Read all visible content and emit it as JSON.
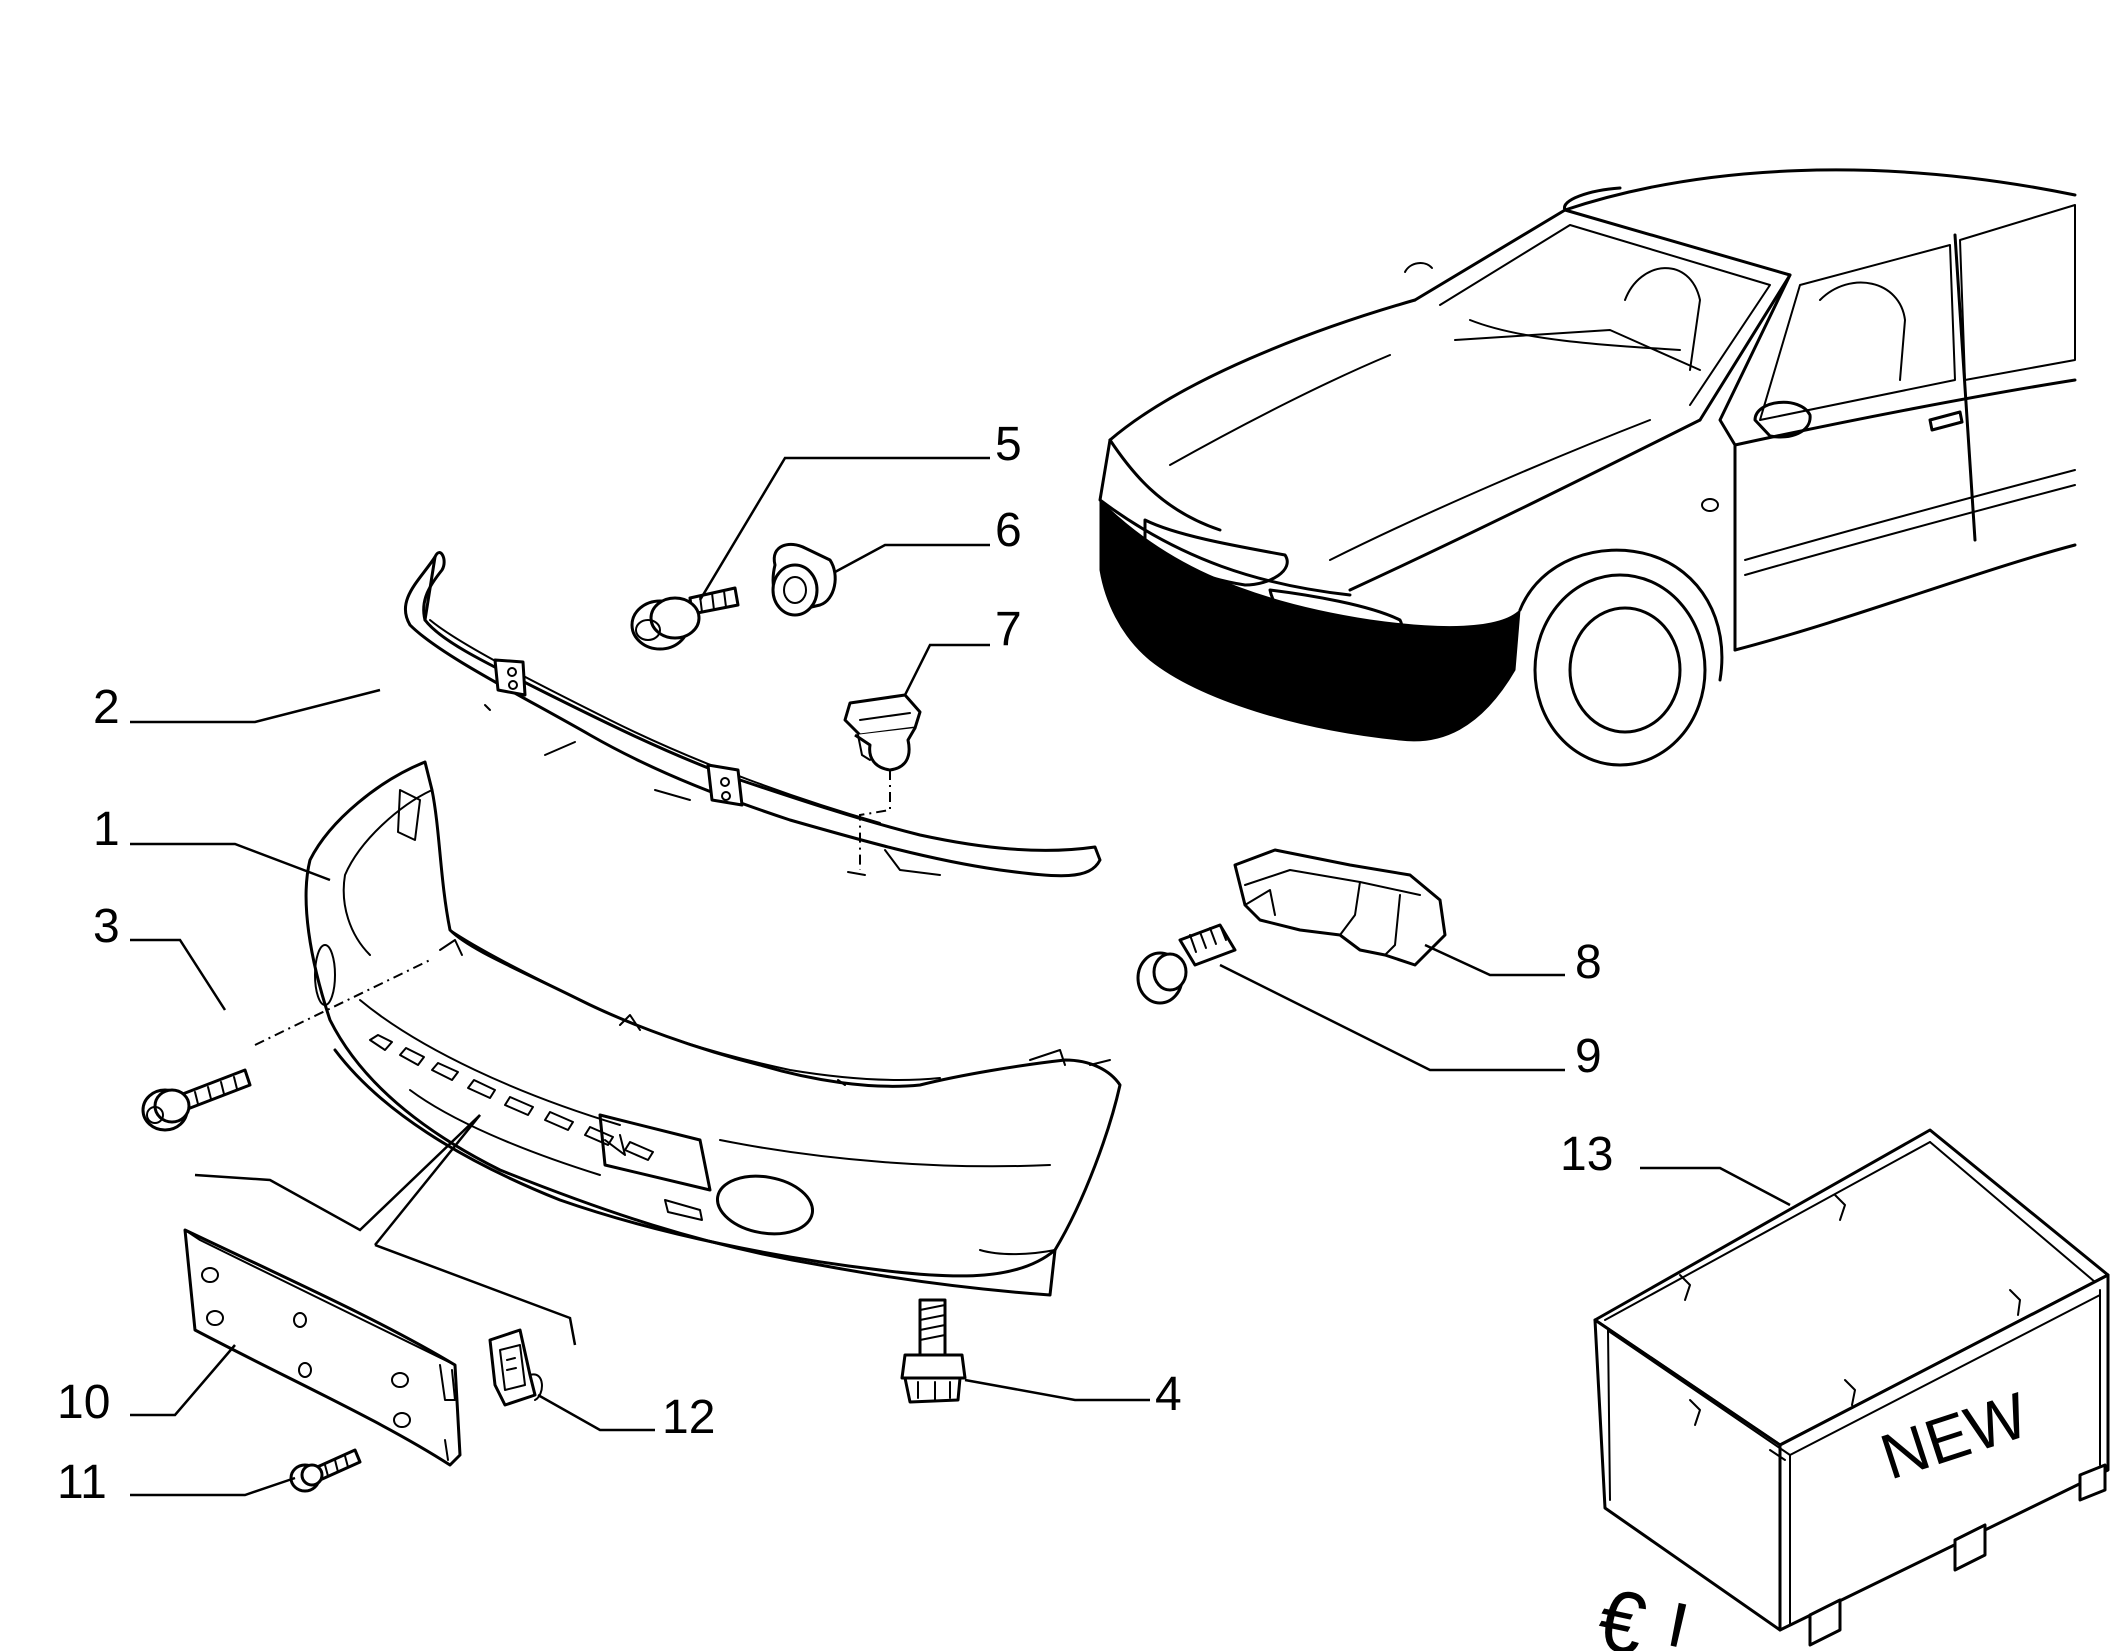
{
  "diagram": {
    "callouts": [
      {
        "id": "1",
        "label": "1"
      },
      {
        "id": "2",
        "label": "2"
      },
      {
        "id": "3",
        "label": "3"
      },
      {
        "id": "4",
        "label": "4"
      },
      {
        "id": "5",
        "label": "5"
      },
      {
        "id": "6",
        "label": "6"
      },
      {
        "id": "7",
        "label": "7"
      },
      {
        "id": "8",
        "label": "8"
      },
      {
        "id": "9",
        "label": "9"
      },
      {
        "id": "10",
        "label": "10"
      },
      {
        "id": "11",
        "label": "11"
      },
      {
        "id": "12",
        "label": "12"
      },
      {
        "id": "13",
        "label": "13"
      }
    ],
    "crate": {
      "new_label": "NEW",
      "price_label": "€ !"
    },
    "colors": {
      "ink": "#000000",
      "background": "#ffffff"
    }
  }
}
